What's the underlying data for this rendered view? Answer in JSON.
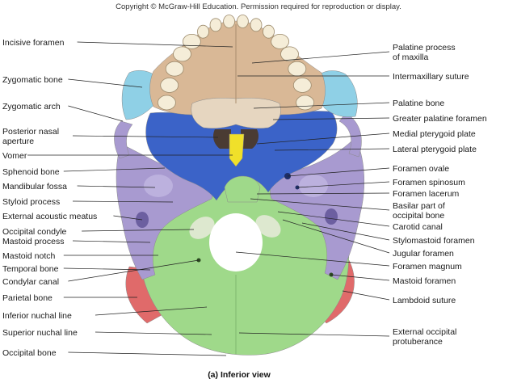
{
  "copyright": "Copyright © McGraw-Hill Education. Permission required for reproduction or display.",
  "caption": "(a) Inferior view",
  "colors": {
    "maxilla": "#d9b896",
    "zygomatic": "#8fd0e6",
    "palatine": "#e6d6c0",
    "sphenoid": "#3b63c8",
    "vomer": "#f0e02a",
    "temporal": "#a89ad0",
    "occipital": "#9fd98a",
    "parietal": "#e06a6a",
    "teeth": "#f5edd8",
    "background": "#ffffff"
  },
  "labels_left": [
    {
      "id": "incisive-foramen",
      "lines": [
        "Incisive foramen"
      ]
    },
    {
      "id": "zygomatic-bone",
      "lines": [
        "Zygomatic bone"
      ]
    },
    {
      "id": "zygomatic-arch",
      "lines": [
        "Zygomatic arch"
      ]
    },
    {
      "id": "posterior-nasal-aperture",
      "lines": [
        "Posterior nasal",
        "aperture"
      ]
    },
    {
      "id": "vomer",
      "lines": [
        "Vomer"
      ]
    },
    {
      "id": "sphenoid-bone",
      "lines": [
        "Sphenoid bone"
      ]
    },
    {
      "id": "mandibular-fossa",
      "lines": [
        "Mandibular fossa"
      ]
    },
    {
      "id": "styloid-process",
      "lines": [
        "Styloid process"
      ]
    },
    {
      "id": "external-acoustic-meatus",
      "lines": [
        "External acoustic meatus"
      ]
    },
    {
      "id": "occipital-condyle",
      "lines": [
        "Occipital condyle"
      ]
    },
    {
      "id": "mastoid-process",
      "lines": [
        "Mastoid process"
      ]
    },
    {
      "id": "mastoid-notch",
      "lines": [
        "Mastoid notch"
      ]
    },
    {
      "id": "temporal-bone",
      "lines": [
        "Temporal bone"
      ]
    },
    {
      "id": "condylar-canal",
      "lines": [
        "Condylar canal"
      ]
    },
    {
      "id": "parietal-bone",
      "lines": [
        "Parietal bone"
      ]
    },
    {
      "id": "inferior-nuchal-line",
      "lines": [
        "Inferior nuchal line"
      ]
    },
    {
      "id": "superior-nuchal-line",
      "lines": [
        "Superior nuchal line"
      ]
    },
    {
      "id": "occipital-bone",
      "lines": [
        "Occipital bone"
      ]
    }
  ],
  "labels_right": [
    {
      "id": "palatine-process-of-maxilla",
      "lines": [
        "Palatine process",
        "of maxilla"
      ]
    },
    {
      "id": "intermaxillary-suture",
      "lines": [
        "Intermaxillary suture"
      ]
    },
    {
      "id": "palatine-bone",
      "lines": [
        "Palatine bone"
      ]
    },
    {
      "id": "greater-palatine-foramen",
      "lines": [
        "Greater palatine foramen"
      ]
    },
    {
      "id": "medial-pterygoid-plate",
      "lines": [
        "Medial pterygoid plate"
      ]
    },
    {
      "id": "lateral-pterygoid-plate",
      "lines": [
        "Lateral pterygoid plate"
      ]
    },
    {
      "id": "foramen-ovale",
      "lines": [
        "Foramen ovale"
      ]
    },
    {
      "id": "foramen-spinosum",
      "lines": [
        "Foramen spinosum"
      ]
    },
    {
      "id": "foramen-lacerum",
      "lines": [
        "Foramen lacerum"
      ]
    },
    {
      "id": "basilar-part-of-occipital-bone",
      "lines": [
        "Basilar part of",
        "occipital bone"
      ]
    },
    {
      "id": "carotid-canal",
      "lines": [
        "Carotid canal"
      ]
    },
    {
      "id": "stylomastoid-foramen",
      "lines": [
        "Stylomastoid foramen"
      ]
    },
    {
      "id": "jugular-foramen",
      "lines": [
        "Jugular foramen"
      ]
    },
    {
      "id": "foramen-magnum",
      "lines": [
        "Foramen magnum"
      ]
    },
    {
      "id": "mastoid-foramen",
      "lines": [
        "Mastoid foramen"
      ]
    },
    {
      "id": "lambdoid-suture",
      "lines": [
        "Lambdoid suture"
      ]
    },
    {
      "id": "external-occipital-protuberance",
      "lines": [
        "External occipital",
        "protuberance"
      ]
    }
  ]
}
